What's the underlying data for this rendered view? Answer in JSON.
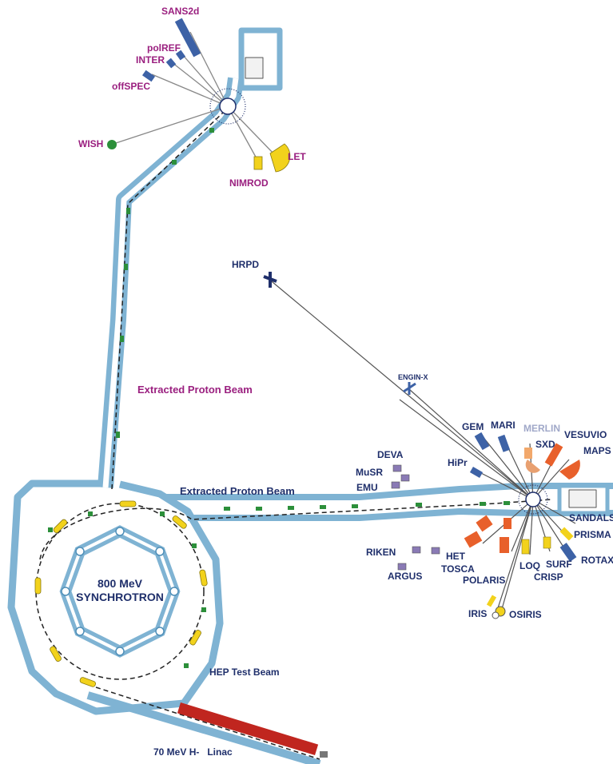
{
  "colors": {
    "wall": "#7fb3d3",
    "wall_dark": "#4f8fb8",
    "navy": "#1f2f6b",
    "magenta": "#9a1f7f",
    "beamline": "#555555",
    "yellow": "#f2d21c",
    "orange": "#e8602b",
    "blue_inst": "#3d62a6",
    "green": "#2c8f3a",
    "red_linac": "#c0261f",
    "purple": "#8a7ab5",
    "light_orange": "#f2a86b"
  },
  "labels": {
    "synchrotron_line1": "800 MeV",
    "synchrotron_line2": "SYNCHROTRON",
    "epb_vertical": "Extracted Proton Beam",
    "epb_horizontal": "Extracted Proton Beam",
    "hep": "HEP Test Beam",
    "linac": "70 MeV H-   Linac"
  },
  "ts2_instruments": [
    "SANS2d",
    "polREF",
    "INTER",
    "offSPEC",
    "WISH",
    "LET",
    "NIMROD"
  ],
  "ts1_instruments": {
    "hrpd": "HRPD",
    "enginx": "ENGIN-X",
    "gem": "GEM",
    "mari": "MARI",
    "merlin": "MERLIN",
    "vesuvio": "VESUVIO",
    "sxd": "SXD",
    "maps": "MAPS",
    "deva": "DEVA",
    "musr": "MuSR",
    "emu": "EMU",
    "hipr": "HiPr",
    "sandals": "SANDALS",
    "prisma": "PRISMA",
    "rotax": "ROTAX",
    "riken": "RIKEN",
    "het": "HET",
    "tosca": "TOSCA",
    "argus": "ARGUS",
    "polaris": "POLARIS",
    "loq": "LOQ",
    "surf": "SURF",
    "crisp": "CRISP",
    "iris": "IRIS",
    "osiris": "OSIRIS"
  }
}
